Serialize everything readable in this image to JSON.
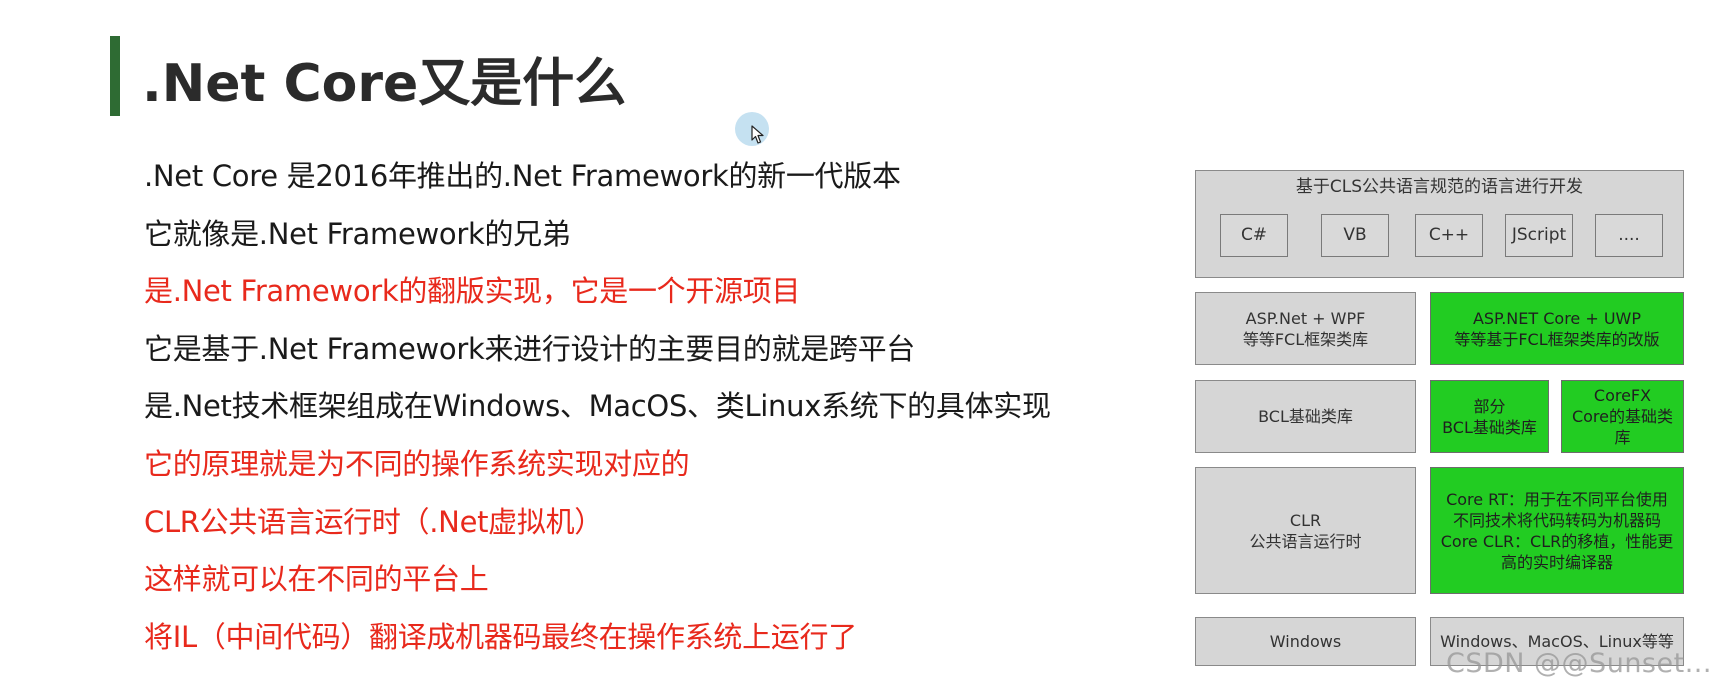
{
  "slide": {
    "title": ".Net Core又是什么",
    "lines": [
      {
        "text": ".Net Core 是2016年推出的.Net Framework的新一代版本",
        "color": "#1a1a1a"
      },
      {
        "text": "它就像是.Net Framework的兄弟",
        "color": "#1a1a1a"
      },
      {
        "text": "是.Net Framework的翻版实现，它是一个开源项目",
        "color": "#e8291c"
      },
      {
        "text": "它是基于.Net Framework来进行设计的主要目的就是跨平台",
        "color": "#1a1a1a"
      },
      {
        "text": "是.Net技术框架组成在Windows、MacOS、类Linux系统下的具体实现",
        "color": "#1a1a1a"
      },
      {
        "text": "它的原理就是为不同的操作系统实现对应的",
        "color": "#e8291c"
      },
      {
        "text": "CLR公共语言运行时（.Net虚拟机）",
        "color": "#e8291c"
      },
      {
        "text": "这样就可以在不同的平台上",
        "color": "#e8291c"
      },
      {
        "text": "将IL（中间代码）翻译成机器码最终在操作系统上运行了",
        "color": "#e8291c"
      }
    ]
  },
  "diagram": {
    "cls_title": "基于CLS公共语言规范的语言进行开发",
    "languages": [
      "C#",
      "VB",
      "C++",
      "JScript",
      "...."
    ],
    "fcl_left": [
      "ASP.Net + WPF",
      "等等FCL框架类库"
    ],
    "fcl_right": [
      "ASP.NET Core + UWP",
      "等等基于FCL框架类库的改版"
    ],
    "bcl_left": "BCL基础类库",
    "bcl_partial": [
      "部分",
      "BCL基础类库"
    ],
    "corefx": [
      "CoreFX",
      "Core的基础类",
      "库"
    ],
    "clr_left": [
      "CLR",
      "公共语言运行时"
    ],
    "core_rt": [
      "Core RT：用于在不同平台使用",
      "不同技术将代码转码为机器码",
      "Core CLR：CLR的移植，性能更",
      "高的实时编译器"
    ],
    "os_left": "Windows",
    "os_right": "Windows、MacOS、Linux等等"
  },
  "watermark": "CSDN @@Sunset...",
  "colors": {
    "accent_bar": "#2e6b33",
    "red_text": "#e8291c",
    "green_box": "#22cc22",
    "gray_box": "#d6d6d6"
  },
  "icons": {
    "cursor": "mouse-pointer-icon"
  }
}
